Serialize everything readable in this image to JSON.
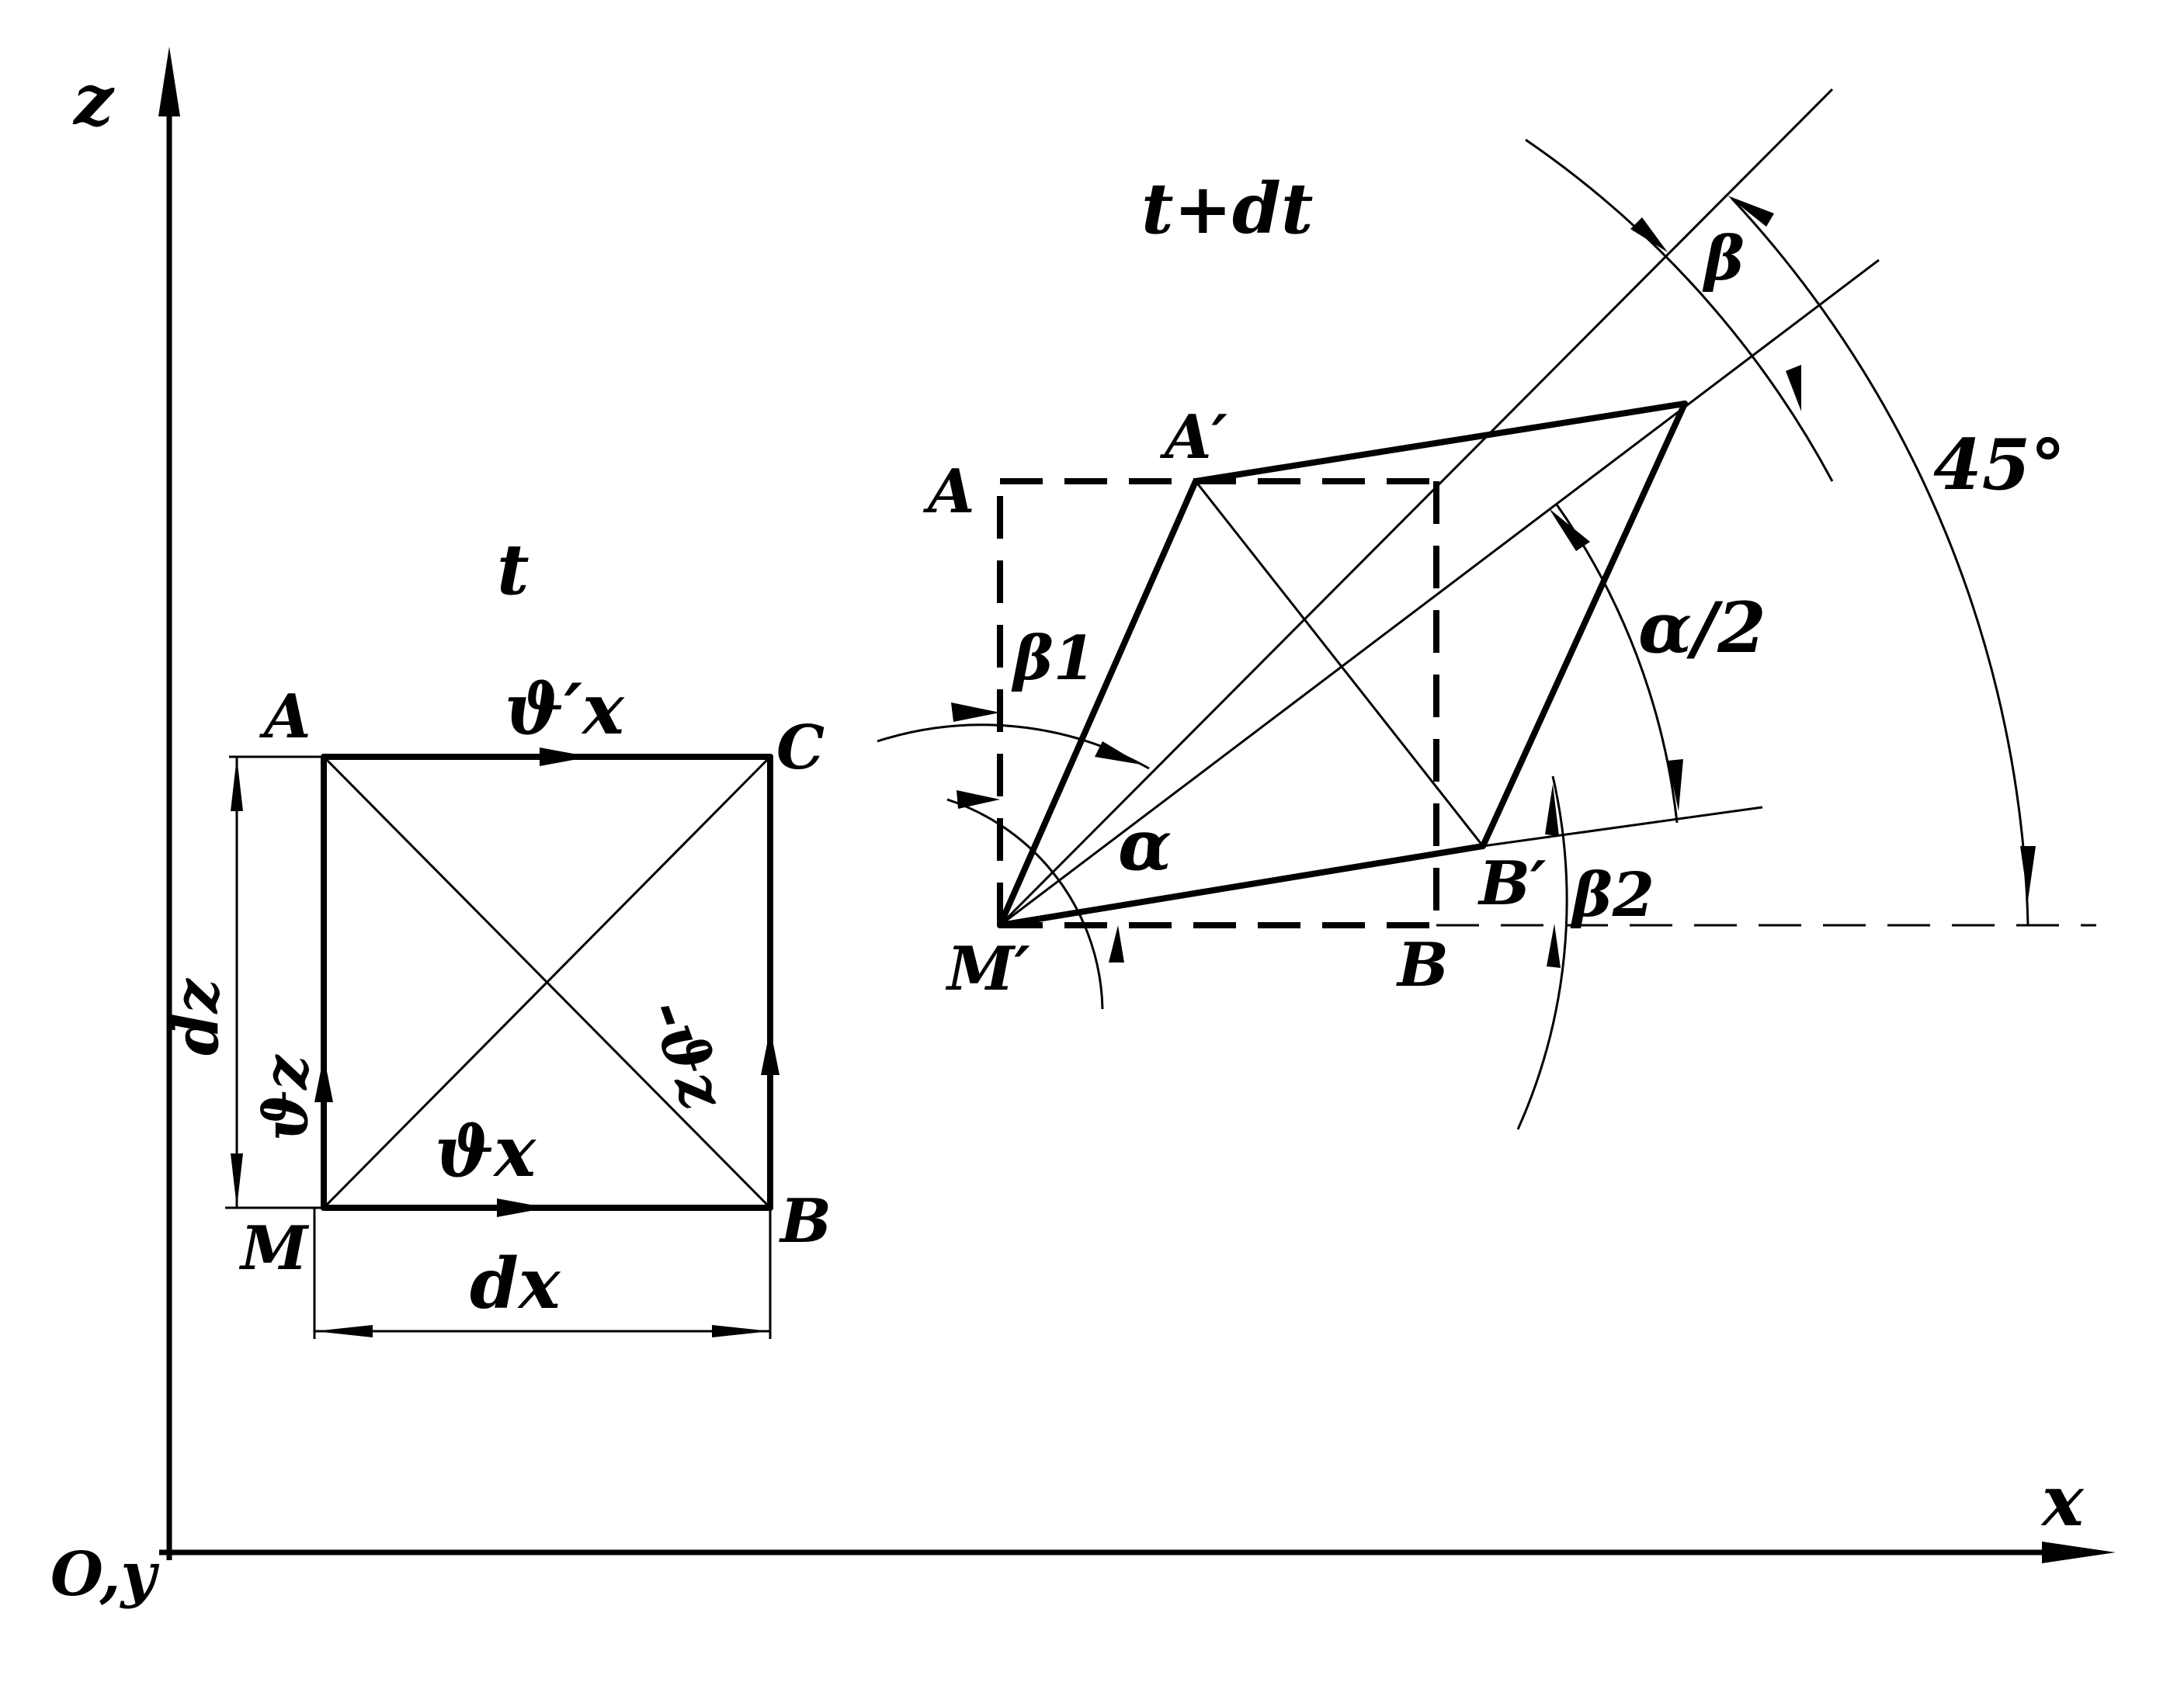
{
  "axes": {
    "z_label": "z",
    "x_label": "x",
    "origin_label": "O,y"
  },
  "left_figure": {
    "time_label": "t",
    "corner_A": "A",
    "corner_C": "C",
    "corner_M": "M",
    "corner_B": "B",
    "velocity_top": "ϑ′x",
    "velocity_bottom": "ϑx",
    "velocity_left": "ϑz",
    "velocity_right": "-ϑz",
    "dim_vertical": "dz",
    "dim_horizontal": "dx"
  },
  "right_figure": {
    "time_label": "t+dt",
    "corner_A": "A",
    "corner_A_prime": "A′",
    "corner_M_prime": "M′",
    "corner_B": "B",
    "corner_B_prime": "B′",
    "angle_beta1": "β1",
    "angle_beta2": "β2",
    "angle_alpha": "α",
    "angle_half_alpha": "α/2",
    "angle_beta": "β",
    "angle_45": "45°"
  }
}
